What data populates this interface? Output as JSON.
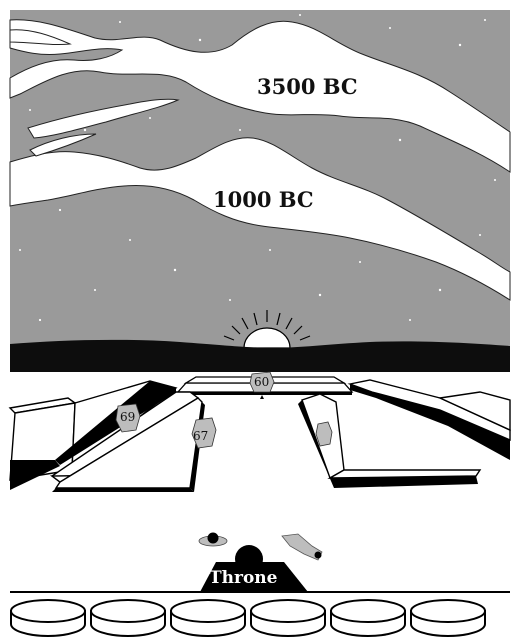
{
  "sky": {
    "milky_way_labels": [
      "3500 BC",
      "1000 BC"
    ]
  },
  "stones": {
    "center": "60",
    "left_outer": "69",
    "left_inner": "67"
  },
  "throne": {
    "label": "Throne"
  },
  "colors": {
    "sky": "#9a9a9a",
    "milky_way": "#ffffff",
    "horizon": "#0d0d0d",
    "stone": "#bdbdbd",
    "outline": "#000000"
  }
}
